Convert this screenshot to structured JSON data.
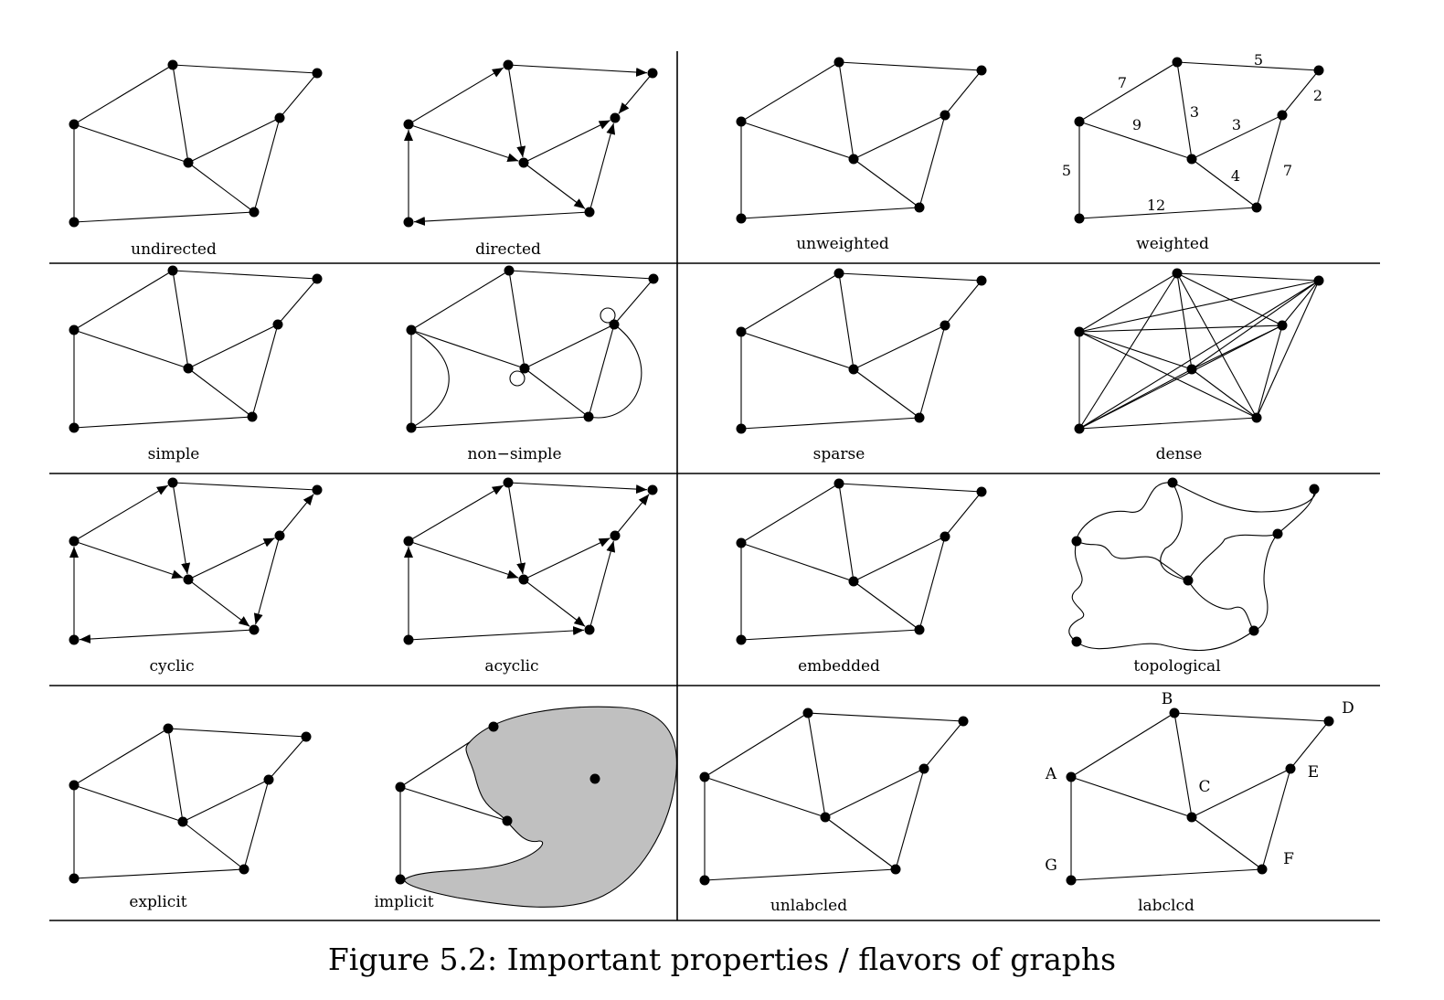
{
  "caption": "Figure 5.2: Important properties / flavors of graphs",
  "panels": {
    "undirected": "undirected",
    "directed": "directed",
    "unweighted": "unweighted",
    "weighted": "weighted",
    "simple": "simple",
    "non_simple": "non−simple",
    "sparse": "sparse",
    "dense": "dense",
    "cyclic": "cyclic",
    "acyclic": "acyclic",
    "embedded": "embedded",
    "topological": "topological",
    "explicit": "explicit",
    "implicit": "implicit",
    "unlabeled": "unlabcled",
    "labeled": "labclcd"
  },
  "edge_weights": {
    "ab": "7",
    "bd": "5",
    "de": "2",
    "bc": "3",
    "ac": "9",
    "ce": "3",
    "ag": "5",
    "cf": "4",
    "ef": "7",
    "gf": "12"
  },
  "node_labels": {
    "a": "A",
    "b": "B",
    "c": "C",
    "d": "D",
    "e": "E",
    "f": "F",
    "g": "G"
  }
}
